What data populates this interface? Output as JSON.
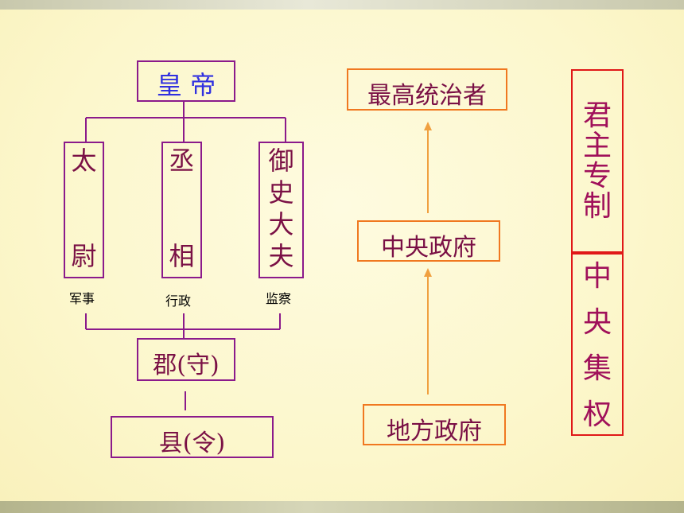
{
  "hierarchy": {
    "emperor": "皇 帝",
    "officials": [
      {
        "title_top": "太",
        "title_bottom": "尉",
        "duty": "军事"
      },
      {
        "title_top": "丞",
        "title_bottom": "相",
        "duty": "行政"
      },
      {
        "title_lines": [
          "御",
          "史",
          "大",
          "夫"
        ],
        "duty": "监察"
      }
    ],
    "prefecture": "郡(守)",
    "county": "县(令)"
  },
  "levels": {
    "top": "最高统治者",
    "middle": "中央政府",
    "bottom": "地方政府"
  },
  "systems": {
    "autocracy": [
      "君",
      "主",
      "专",
      "制"
    ],
    "centralization": [
      "中",
      "央",
      "集",
      "权"
    ]
  },
  "colors": {
    "box_border_purple": "#8b1a8b",
    "box_border_orange": "#f07820",
    "box_border_red": "#e01818",
    "text_maroon": "#7a1045",
    "emperor_blue": "#3030e0",
    "arrow_orange": "#f0a040",
    "background": "#fcf8d2"
  }
}
